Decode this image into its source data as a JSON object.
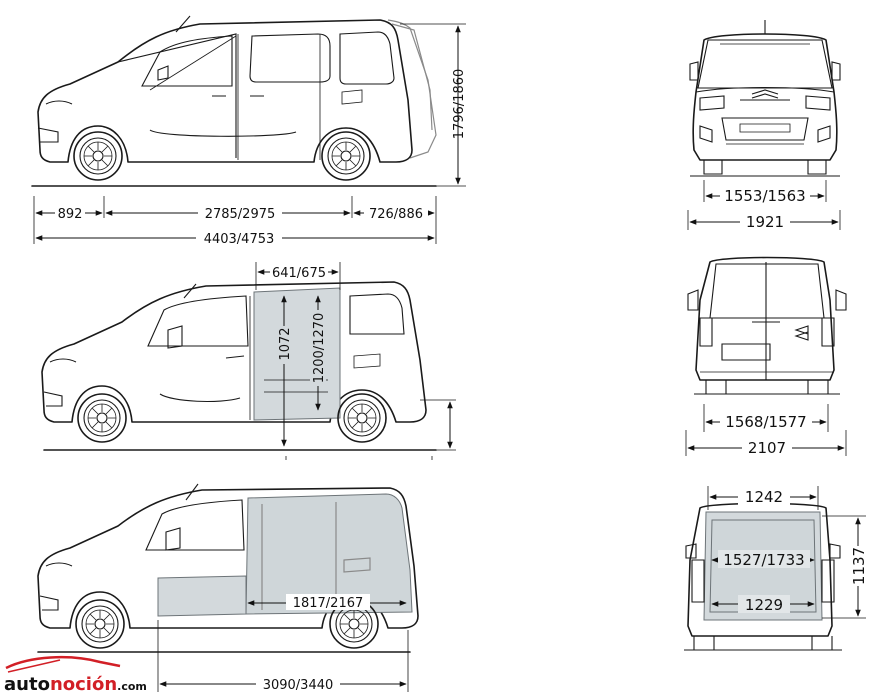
{
  "dimensions": {
    "side_top": {
      "height": "1796/1860",
      "front_overhang": "892",
      "wheelbase": "2785/2975",
      "rear_overhang": "726/886",
      "length": "4403/4753"
    },
    "side_middle": {
      "door_width": "641/675",
      "door_height": "1072",
      "door_opening_height": "1200/1270"
    },
    "side_bottom": {
      "cargo_length": "1817/2167",
      "max_load_length": "3090/3440"
    },
    "front": {
      "front_track": "1553/1563",
      "width": "1921"
    },
    "rear": {
      "rear_track": "1568/1577",
      "width_mirrors": "2107"
    },
    "rear_open": {
      "opening_width": "1242",
      "cargo_width": "1527/1733",
      "between_arches": "1229",
      "opening_height": "1137"
    }
  },
  "logo": {
    "part1": "auto",
    "part2": "noción",
    "part3": ".com"
  },
  "colors": {
    "line": "#1a1a1a",
    "cargo_fill": "#d3d9dc",
    "logo_red": "#d21f26"
  }
}
